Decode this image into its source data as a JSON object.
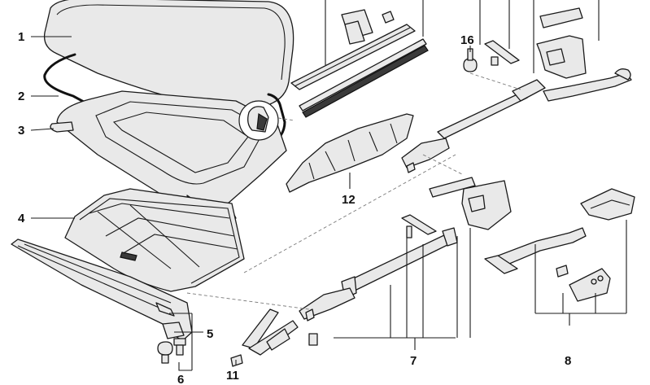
{
  "callouts": {
    "c1": "1",
    "c2": "2",
    "c3": "3",
    "c4": "4",
    "c5": "5",
    "c6": "6",
    "c7": "7",
    "c8": "8",
    "c11": "11",
    "c12": "12",
    "c16": "16"
  },
  "colors": {
    "line": "#1a1a1a",
    "part_fill": "#e9e9e9",
    "dark_fill": "#3a3a3a",
    "background": "#ffffff"
  }
}
